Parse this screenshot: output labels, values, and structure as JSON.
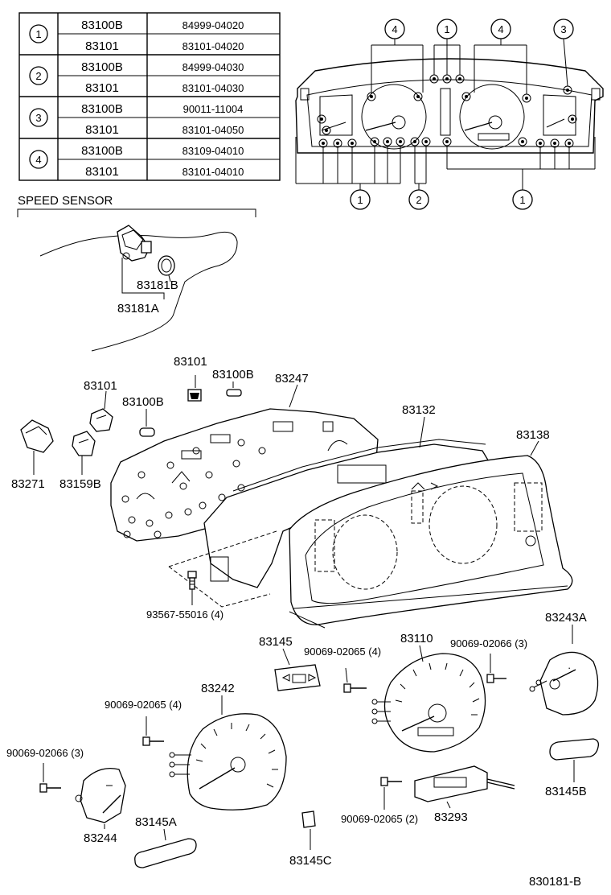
{
  "table": {
    "rows": [
      {
        "ref": "1",
        "a_part": "83100B",
        "a_num": "84999-04020",
        "b_part": "83101",
        "b_num": "83101-04020"
      },
      {
        "ref": "2",
        "a_part": "83100B",
        "a_num": "84999-04030",
        "b_part": "83101",
        "b_num": "83101-04030"
      },
      {
        "ref": "3",
        "a_part": "83100B",
        "a_num": "90011-11004",
        "b_part": "83101",
        "b_num": "83101-04050"
      },
      {
        "ref": "4",
        "a_part": "83100B",
        "a_num": "83109-04010",
        "b_part": "83101",
        "b_num": "83101-04010"
      }
    ]
  },
  "cluster_callouts": {
    "top": [
      "4",
      "1",
      "4",
      "3"
    ],
    "bottom": [
      "1",
      "2",
      "1"
    ]
  },
  "speed_sensor": {
    "title": "SPEED SENSOR",
    "labels": [
      "83181B",
      "83181A"
    ]
  },
  "parts": {
    "p83101_top": "83101",
    "p83100B_top": "83100B",
    "p83247": "83247",
    "p83101_left": "83101",
    "p83100B_left": "83100B",
    "p83132": "83132",
    "p83138": "83138",
    "p83271": "83271",
    "p83159B": "83159B",
    "p93567": "93567-55016 (4)",
    "p83145": "83145",
    "p90069_02065_4a": "90069-02065 (4)",
    "p83110": "83110",
    "p90069_02066_3a": "90069-02066 (3)",
    "p83243A": "83243A",
    "p83242": "83242",
    "p90069_02065_4b": "90069-02065 (4)",
    "p90069_02066_3b": "90069-02066 (3)",
    "p83145B": "83145B",
    "p83244": "83244",
    "p83145A": "83145A",
    "p83145C": "83145C",
    "p90069_02065_2": "90069-02065 (2)",
    "p83293": "83293"
  },
  "figure_id": "830181-B"
}
